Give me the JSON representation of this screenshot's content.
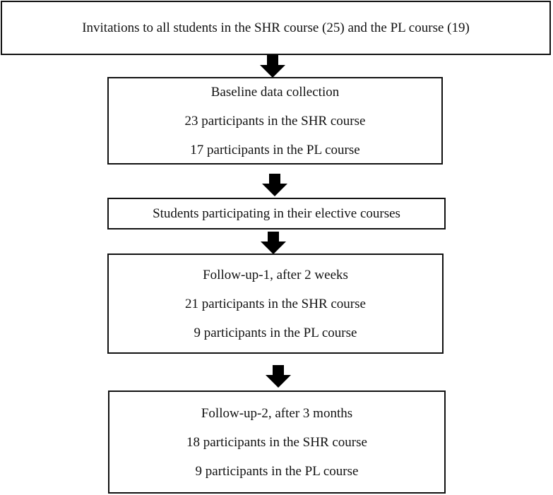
{
  "flowchart": {
    "steps": [
      {
        "lines": [
          "Invitations to all students in the SHR course (25) and the PL course (19)"
        ]
      },
      {
        "lines": [
          "Baseline data collection",
          "23 participants in the SHR course",
          "17 participants in the PL course"
        ]
      },
      {
        "lines": [
          "Students participating in their elective courses"
        ]
      },
      {
        "lines": [
          "Follow-up-1, after 2 weeks",
          "21 participants in the SHR course",
          "9 participants in the PL course"
        ]
      },
      {
        "lines": [
          "Follow-up-2, after 3 months",
          "18 participants in the SHR course",
          "9 participants in the PL course"
        ]
      }
    ],
    "colors": {
      "border": "#111111",
      "arrow": "#000000",
      "background": "#ffffff"
    }
  }
}
